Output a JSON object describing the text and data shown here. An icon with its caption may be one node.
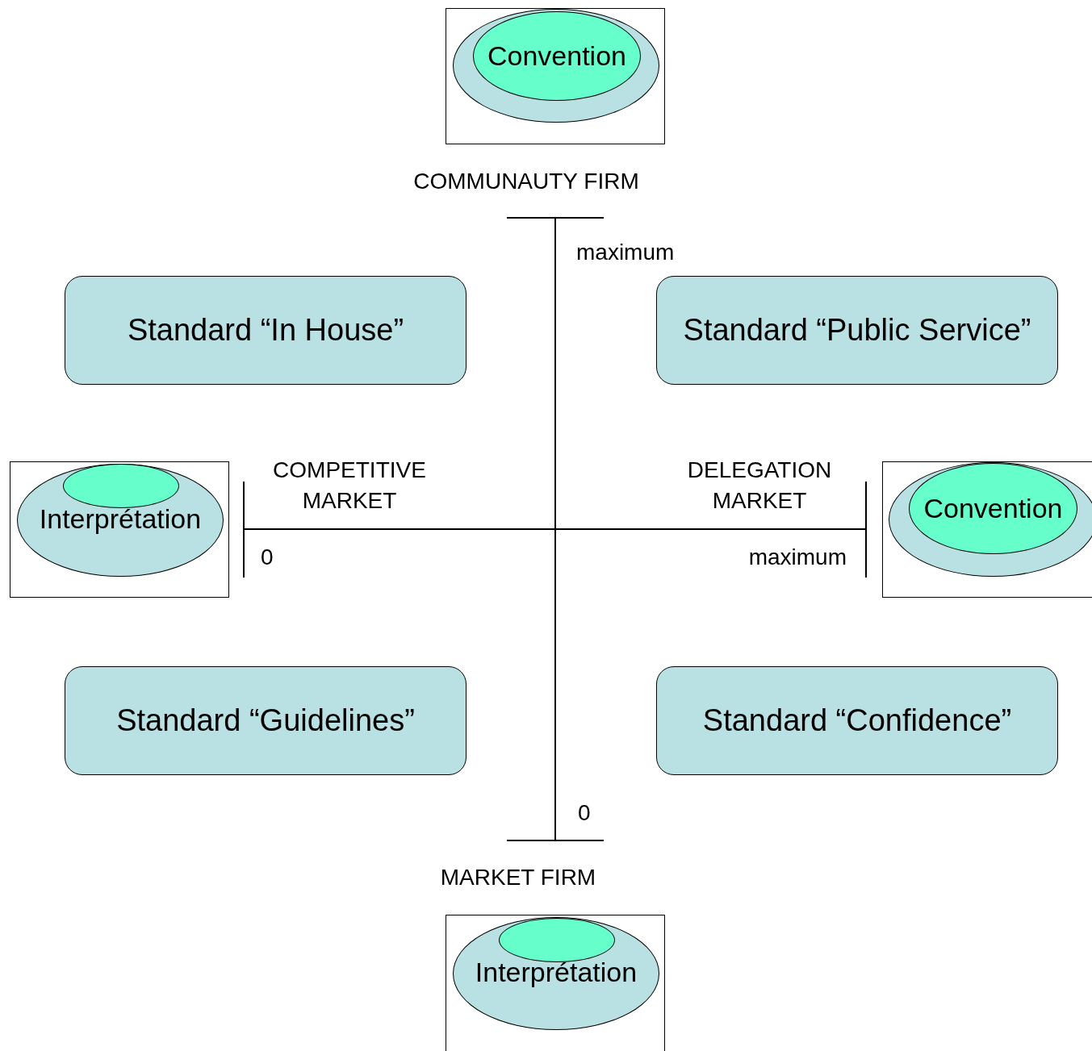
{
  "diagram": {
    "nodes": [
      {
        "text": [],
        "shape": "box"
      },
      {
        "text": [],
        "shape": "ellipse",
        "in": 0
      },
      {
        "text": [
          "Convention"
        ],
        "in": 1
      },
      {
        "text": [
          "Standard “In House”"
        ]
      },
      {
        "text": [
          "Standard “Public Service”"
        ]
      },
      {
        "text": [],
        "shape": "box"
      },
      {
        "text": [
          "Interprétation"
        ],
        "in": 5
      },
      {
        "text": [],
        "shape": "ellipse",
        "in": 6
      },
      {
        "text": [],
        "shape": "box"
      },
      {
        "text": [],
        "shape": "ellipse",
        "in": 8
      },
      {
        "text": [
          "Convention"
        ],
        "in": 9
      },
      {
        "text": [
          "Standard “Guidelines”"
        ]
      },
      {
        "text": [
          "Standard “Confidence”"
        ]
      },
      {
        "text": [],
        "shape": "box"
      },
      {
        "text": [
          "Interprétation"
        ],
        "in": 13
      },
      {
        "text": [],
        "shape": "ellipse",
        "in": 14
      }
    ],
    "labels": [
      "COMMUNAUTY FIRM",
      "maximum",
      "COMPETITIVE MARKET",
      "DELEGATION MARKET",
      "0",
      "maximum",
      "0",
      "MARKET FIRM"
    ]
  }
}
